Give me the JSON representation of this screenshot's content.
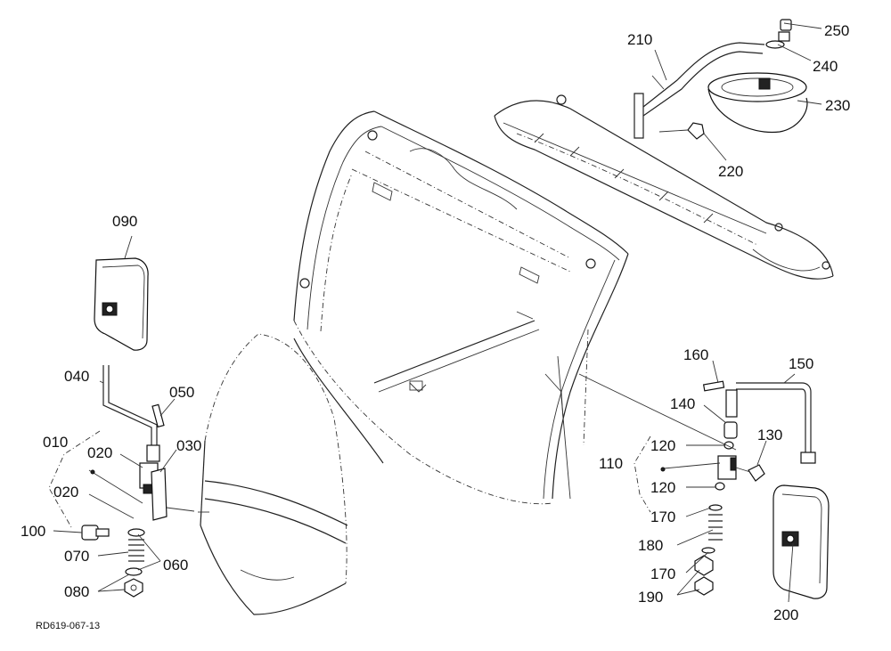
{
  "diagram": {
    "reference_code": "RD619-067-13",
    "labels": {
      "l010": "010",
      "l020a": "020",
      "l020b": "020",
      "l030": "030",
      "l040": "040",
      "l050": "050",
      "l060": "060",
      "l070": "070",
      "l080": "080",
      "l090": "090",
      "l100": "100",
      "l110": "110",
      "l120a": "120",
      "l120b": "120",
      "l130": "130",
      "l140": "140",
      "l150": "150",
      "l160": "160",
      "l170a": "170",
      "l170b": "170",
      "l180": "180",
      "l190": "190",
      "l200": "200",
      "l210": "210",
      "l220": "220",
      "l230": "230",
      "l240": "240",
      "l250": "250"
    }
  }
}
